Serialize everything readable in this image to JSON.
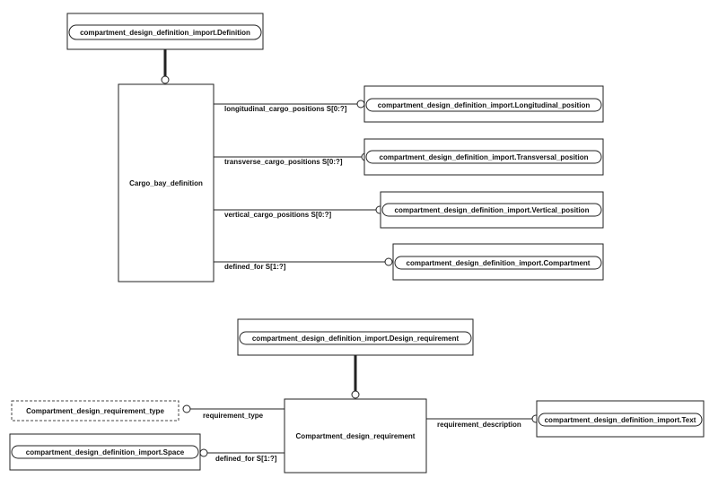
{
  "upper": {
    "definition_ref": "compartment_design_definition_import.Definition",
    "cargo_bay": "Cargo_bay_definition",
    "relations": [
      {
        "label": "longitudinal_cargo_positions S[0:?]",
        "target": "compartment_design_definition_import.Longitudinal_position"
      },
      {
        "label": "transverse_cargo_positions S[0:?]",
        "target": "compartment_design_definition_import.Transversal_position"
      },
      {
        "label": "vertical_cargo_positions S[0:?]",
        "target": "compartment_design_definition_import.Vertical_position"
      },
      {
        "label": "defined_for S[1:?]",
        "target": "compartment_design_definition_import.Compartment"
      }
    ]
  },
  "lower": {
    "design_requirement_ref": "compartment_design_definition_import.Design_requirement",
    "compartment_requirement": "Compartment_design_requirement",
    "requirement_type_entity": "Compartment_design_requirement_type",
    "requirement_type_label": "requirement_type",
    "space_ref": "compartment_design_definition_import.Space",
    "space_label": "defined_for S[1:?]",
    "description_label": "requirement_description",
    "text_ref": "compartment_design_definition_import.Text"
  }
}
